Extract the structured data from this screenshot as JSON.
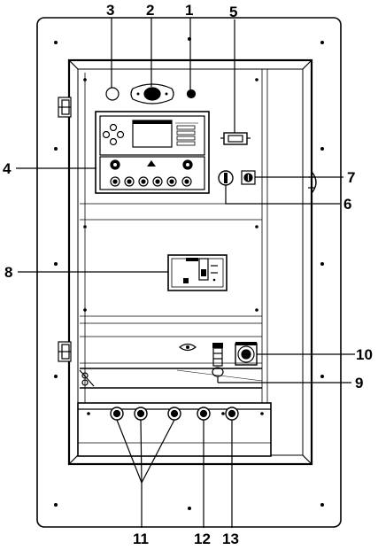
{
  "callouts": {
    "c1": "1",
    "c2": "2",
    "c3": "3",
    "c4": "4",
    "c5": "5",
    "c6": "6",
    "c7": "7",
    "c8": "8",
    "c9": "9",
    "c10": "10",
    "c11": "11",
    "c12": "12",
    "c13": "13"
  },
  "colors": {
    "line": "#000000",
    "panel": "#ffffff",
    "controller_screen": "#ffffff"
  }
}
